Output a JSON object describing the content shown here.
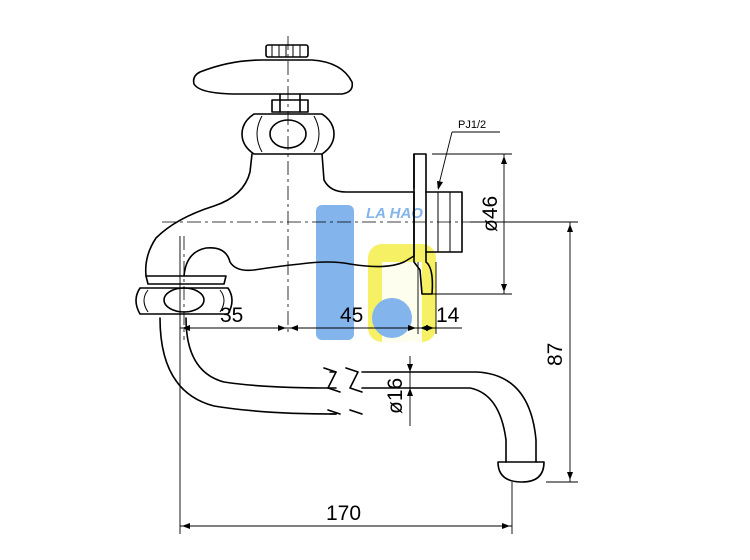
{
  "dimensions": {
    "d35": "35",
    "d45": "45",
    "d14": "14",
    "d46": "ø46",
    "d87": "87",
    "d16": "ø16",
    "d170": "170"
  },
  "thread_note": "PJ1/2",
  "watermark": {
    "text": "LA HAO",
    "colors": {
      "blue": "#6ea8e8",
      "yellow": "#f4ee4a"
    }
  }
}
